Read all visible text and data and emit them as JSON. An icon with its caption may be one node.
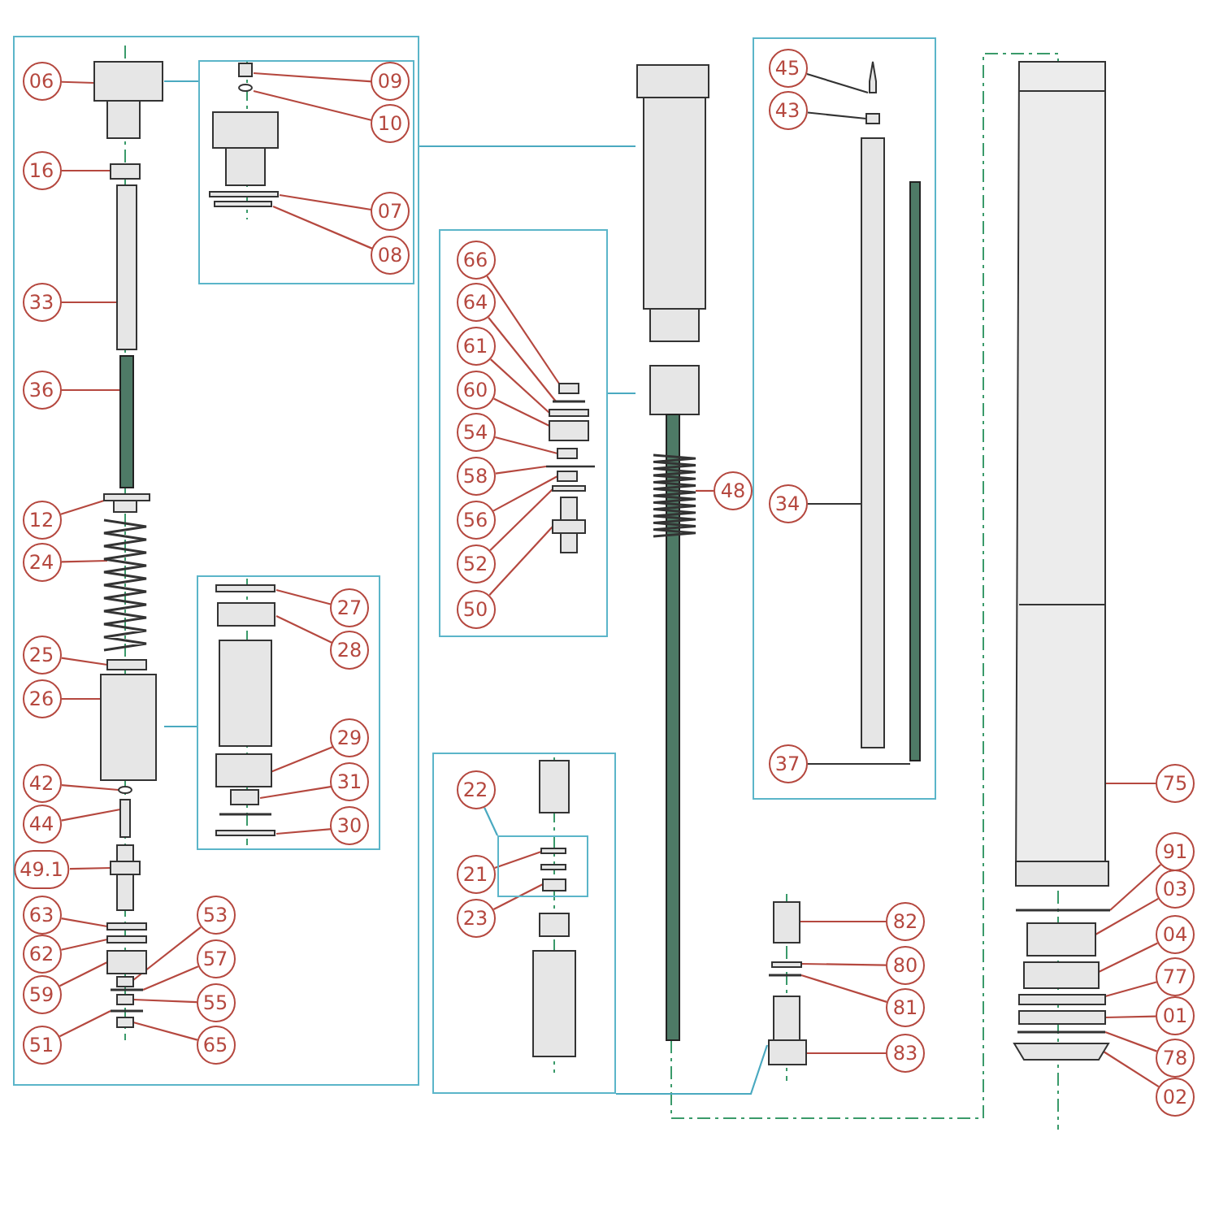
{
  "diagram": {
    "nodes": [
      {
        "text": [],
        "shape": "box"
      },
      {
        "text": [
          "06"
        ],
        "in": 0
      },
      {
        "text": [],
        "shape": "box",
        "in": 0
      },
      {
        "text": [
          "09"
        ],
        "in": 2
      },
      {
        "text": [
          "10"
        ],
        "in": 2
      },
      {
        "text": [
          "07"
        ],
        "in": 2
      },
      {
        "text": [
          "08"
        ],
        "in": 2
      },
      {
        "text": [
          "16"
        ],
        "in": 0
      },
      {
        "text": [
          "33"
        ],
        "in": 0
      },
      {
        "text": [
          "36"
        ],
        "in": 0
      },
      {
        "text": [
          "12"
        ],
        "in": 0
      },
      {
        "text": [
          "24"
        ],
        "in": 0
      },
      {
        "text": [],
        "shape": "box",
        "in": 0
      },
      {
        "text": [
          "27"
        ],
        "in": 12
      },
      {
        "text": [
          "28"
        ],
        "in": 12
      },
      {
        "text": [
          "25"
        ],
        "in": 0
      },
      {
        "text": [
          "26"
        ],
        "in": 0
      },
      {
        "text": [
          "29"
        ],
        "in": 12
      },
      {
        "text": [
          "31"
        ],
        "in": 12
      },
      {
        "text": [
          "30"
        ],
        "in": 12
      },
      {
        "text": [
          "42"
        ],
        "in": 0
      },
      {
        "text": [
          "44"
        ],
        "in": 0
      },
      {
        "text": [
          "49.1"
        ],
        "in": 0
      },
      {
        "text": [
          "63"
        ],
        "in": 0
      },
      {
        "text": [
          "53"
        ],
        "in": 0
      },
      {
        "text": [
          "62"
        ],
        "in": 0
      },
      {
        "text": [
          "57"
        ],
        "in": 0
      },
      {
        "text": [
          "59"
        ],
        "in": 0
      },
      {
        "text": [
          "55"
        ],
        "in": 0
      },
      {
        "text": [
          "51"
        ],
        "in": 0
      },
      {
        "text": [
          "65"
        ],
        "in": 0
      },
      {
        "text": [],
        "shape": "box"
      },
      {
        "text": [
          "66"
        ],
        "in": 31
      },
      {
        "text": [
          "64"
        ],
        "in": 31
      },
      {
        "text": [
          "61"
        ],
        "in": 31
      },
      {
        "text": [
          "60"
        ],
        "in": 31
      },
      {
        "text": [
          "54"
        ],
        "in": 31
      },
      {
        "text": [
          "58"
        ],
        "in": 31
      },
      {
        "text": [
          "56"
        ],
        "in": 31
      },
      {
        "text": [
          "52"
        ],
        "in": 31
      },
      {
        "text": [
          "50"
        ],
        "in": 31
      },
      {
        "text": [
          "48"
        ]
      },
      {
        "text": [],
        "shape": "box"
      },
      {
        "text": [
          "45"
        ],
        "in": 42
      },
      {
        "text": [
          "43"
        ],
        "in": 42
      },
      {
        "text": [
          "34"
        ],
        "in": 42
      },
      {
        "text": [
          "37"
        ],
        "in": 42
      },
      {
        "text": [
          "75"
        ]
      },
      {
        "text": [],
        "shape": "box"
      },
      {
        "text": [
          "22"
        ],
        "in": 48
      },
      {
        "text": [],
        "shape": "box",
        "in": 48
      },
      {
        "text": [
          "21"
        ],
        "in": 48
      },
      {
        "text": [
          "23"
        ],
        "in": 48
      },
      {
        "text": [
          "91"
        ]
      },
      {
        "text": [
          "03"
        ]
      },
      {
        "text": [
          "82"
        ]
      },
      {
        "text": [
          "04"
        ]
      },
      {
        "text": [
          "80"
        ]
      },
      {
        "text": [
          "77"
        ]
      },
      {
        "text": [
          "81"
        ]
      },
      {
        "text": [
          "01"
        ]
      },
      {
        "text": [
          "83"
        ]
      },
      {
        "text": [
          "78"
        ]
      },
      {
        "text": [
          "02"
        ]
      },
      {
        "text": [],
        "shape": "picture"
      },
      {
        "text": [],
        "shape": "picture"
      },
      {
        "text": [],
        "shape": "picture",
        "in": 0
      },
      {
        "text": [],
        "shape": "picture",
        "in": 2
      },
      {
        "text": [],
        "shape": "picture",
        "in": 12
      },
      {
        "text": [],
        "shape": "picture",
        "in": 31
      },
      {
        "text": [],
        "shape": "picture",
        "in": 42
      },
      {
        "text": [],
        "shape": "picture",
        "in": 48
      },
      {
        "text": [],
        "shape": "picture"
      }
    ],
    "edges": [
      {
        "from": 2,
        "to": 66,
        "arrow": "none",
        "color": "#4aa9c0"
      },
      {
        "from": 0,
        "to": 64,
        "arrow": "none",
        "color": "#4aa9c0"
      },
      {
        "from": 12,
        "to": 66,
        "arrow": "none",
        "color": "#4aa9c0"
      },
      {
        "from": 31,
        "to": 64,
        "arrow": "none",
        "color": "#4aa9c0"
      },
      {
        "from": 48,
        "to": 65,
        "arrow": "none",
        "color": "#4aa9c0"
      },
      {
        "from": 49,
        "to": 50,
        "arrow": "none",
        "color": "#4aa9c0"
      },
      {
        "from": 1,
        "to": 66,
        "arrow": "none"
      },
      {
        "from": 3,
        "to": 67,
        "arrow": "none"
      },
      {
        "from": 4,
        "to": 67,
        "arrow": "none"
      },
      {
        "from": 5,
        "to": 67,
        "arrow": "none"
      },
      {
        "from": 6,
        "to": 67,
        "arrow": "none"
      },
      {
        "from": 7,
        "to": 66,
        "arrow": "none"
      },
      {
        "from": 8,
        "to": 66,
        "arrow": "none"
      },
      {
        "from": 9,
        "to": 66,
        "arrow": "none"
      },
      {
        "from": 10,
        "to": 66,
        "arrow": "none"
      },
      {
        "from": 11,
        "to": 66,
        "arrow": "none"
      },
      {
        "from": 13,
        "to": 68,
        "arrow": "none"
      },
      {
        "from": 14,
        "to": 68,
        "arrow": "none"
      },
      {
        "from": 15,
        "to": 66,
        "arrow": "none"
      },
      {
        "from": 16,
        "to": 66,
        "arrow": "none"
      },
      {
        "from": 17,
        "to": 68,
        "arrow": "none"
      },
      {
        "from": 18,
        "to": 68,
        "arrow": "none"
      },
      {
        "from": 19,
        "to": 68,
        "arrow": "none"
      },
      {
        "from": 20,
        "to": 66,
        "arrow": "none"
      },
      {
        "from": 21,
        "to": 66,
        "arrow": "none"
      },
      {
        "from": 22,
        "to": 66,
        "arrow": "none"
      },
      {
        "from": 23,
        "to": 66,
        "arrow": "none"
      },
      {
        "from": 24,
        "to": 66,
        "arrow": "none"
      },
      {
        "from": 25,
        "to": 66,
        "arrow": "none"
      },
      {
        "from": 26,
        "to": 66,
        "arrow": "none"
      },
      {
        "from": 27,
        "to": 66,
        "arrow": "none"
      },
      {
        "from": 28,
        "to": 66,
        "arrow": "none"
      },
      {
        "from": 29,
        "to": 66,
        "arrow": "none"
      },
      {
        "from": 30,
        "to": 66,
        "arrow": "none"
      },
      {
        "from": 32,
        "to": 69,
        "arrow": "none"
      },
      {
        "from": 33,
        "to": 69,
        "arrow": "none"
      },
      {
        "from": 34,
        "to": 69,
        "arrow": "none"
      },
      {
        "from": 35,
        "to": 69,
        "arrow": "none"
      },
      {
        "from": 36,
        "to": 69,
        "arrow": "none"
      },
      {
        "from": 37,
        "to": 69,
        "arrow": "none"
      },
      {
        "from": 38,
        "to": 69,
        "arrow": "none"
      },
      {
        "from": 39,
        "to": 69,
        "arrow": "none"
      },
      {
        "from": 40,
        "to": 69,
        "arrow": "none"
      },
      {
        "from": 41,
        "to": 64,
        "arrow": "none"
      },
      {
        "from": 43,
        "to": 70,
        "arrow": "none",
        "color": "#333333"
      },
      {
        "from": 44,
        "to": 70,
        "arrow": "none",
        "color": "#333333"
      },
      {
        "from": 45,
        "to": 70,
        "arrow": "none",
        "color": "#333333"
      },
      {
        "from": 46,
        "to": 70,
        "arrow": "none",
        "color": "#333333"
      },
      {
        "from": 47,
        "to": 72,
        "arrow": "none"
      },
      {
        "from": 51,
        "to": 71,
        "arrow": "none"
      },
      {
        "from": 52,
        "to": 71,
        "arrow": "none"
      },
      {
        "from": 53,
        "to": 72,
        "arrow": "none"
      },
      {
        "from": 54,
        "to": 72,
        "arrow": "none"
      },
      {
        "from": 55,
        "to": 65,
        "arrow": "none"
      },
      {
        "from": 56,
        "to": 72,
        "arrow": "none"
      },
      {
        "from": 57,
        "to": 65,
        "arrow": "none"
      },
      {
        "from": 58,
        "to": 72,
        "arrow": "none"
      },
      {
        "from": 59,
        "to": 65,
        "arrow": "none"
      },
      {
        "from": 60,
        "to": 72,
        "arrow": "none"
      },
      {
        "from": 61,
        "to": 65,
        "arrow": "none"
      },
      {
        "from": 62,
        "to": 72,
        "arrow": "none"
      },
      {
        "from": 63,
        "to": 72,
        "arrow": "none"
      }
    ]
  }
}
